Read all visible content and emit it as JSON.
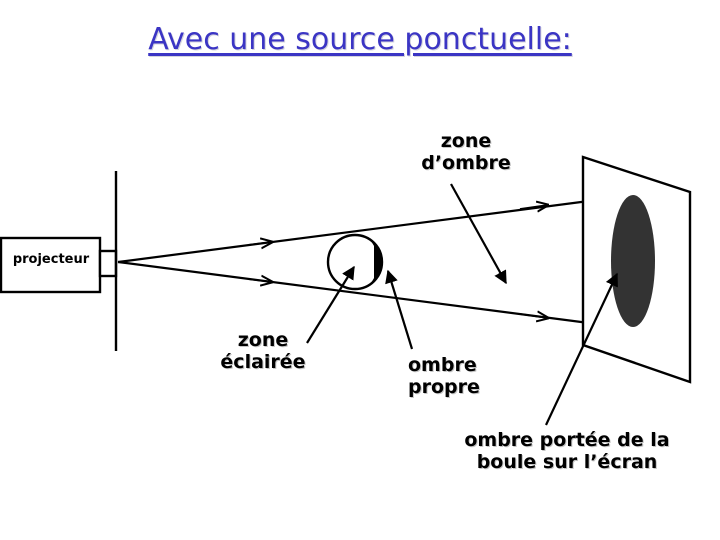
{
  "title": {
    "text": "Avec une source ponctuelle:",
    "color": "#3b35c4"
  },
  "diagram": {
    "projector": {
      "label": "projecteur"
    },
    "labels": {
      "zone_ombre": "zone\nd’ombre",
      "zone_eclairee": "zone\néclairée",
      "ombre_propre": "ombre\npropre",
      "ombre_portee": "ombre portée de la\nboule sur l’écran"
    },
    "colors": {
      "stroke": "#000000",
      "ball_shadow_fill": "#000000",
      "ball_lit_fill": "#ffffff",
      "screen_shadow_fill": "#333333",
      "background": "#ffffff"
    },
    "icons": {
      "light_ray": "arrow-right-icon",
      "pointer": "arrow-pointer-icon"
    }
  }
}
